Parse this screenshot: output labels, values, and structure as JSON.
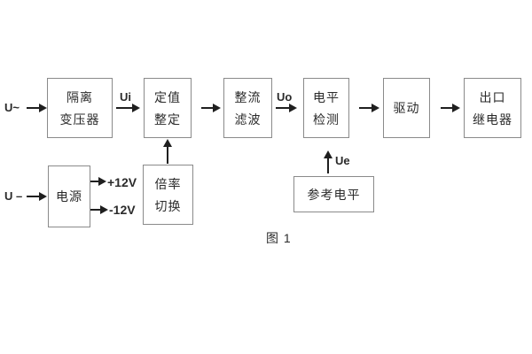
{
  "diagram": {
    "caption": "图 1",
    "colors": {
      "border": "#8a8a8a",
      "line": "#1f1f1f",
      "text": "#2b2b2b",
      "background": "#ffffff"
    },
    "inputs": {
      "ac_label": "U~",
      "dc_label": "U –"
    },
    "signal_labels": {
      "ui": "Ui",
      "uo": "Uo",
      "ue": "Ue"
    },
    "power_rails": {
      "positive": "+12V",
      "negative": "-12V"
    },
    "blocks": {
      "isolation_transformer": {
        "line1": "隔离",
        "line2": "变压器"
      },
      "setpoint_adjust": {
        "line1": "定值",
        "line2": "整定"
      },
      "rectifier_filter": {
        "line1": "整流",
        "line2": "滤波"
      },
      "level_detector": {
        "line1": "电平",
        "line2": "检测"
      },
      "driver": {
        "label": "驱动"
      },
      "output_relay": {
        "line1": "出口",
        "line2": "继电器"
      },
      "power_supply": {
        "label": "电源"
      },
      "multiplier_switch": {
        "line1": "倍率",
        "line2": "切换"
      },
      "reference_level": {
        "label": "参考电平"
      }
    }
  }
}
